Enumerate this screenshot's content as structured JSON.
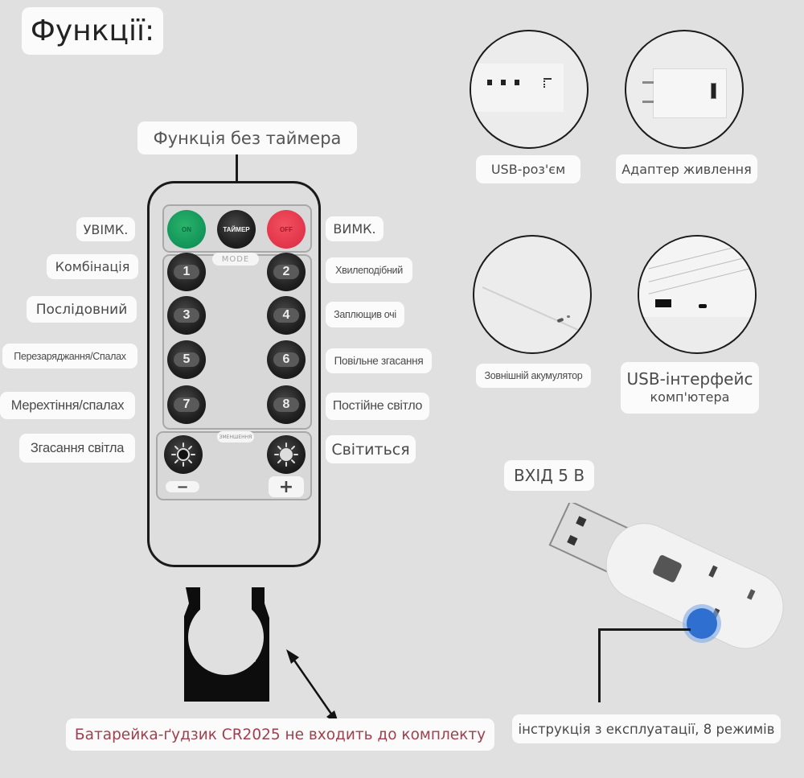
{
  "title": "Функції:",
  "remote": {
    "top_callout": "Функція без таймера",
    "buttons": {
      "on_label": "ON",
      "timer_label": "ТАЙМЕР",
      "off_label": "OFF",
      "mode_label": "MODE",
      "dimmer_label": "ЗМЕНШЕННЯ",
      "numbers": [
        "1",
        "2",
        "3",
        "4",
        "5",
        "6",
        "7",
        "8"
      ],
      "minus": "−",
      "plus": "+"
    },
    "left_labels": [
      "УВІМК.",
      "Комбінація",
      "Послідовний",
      "Перезаряджання/Спалах",
      "Мерехтіння/спалах",
      "Згасання світла"
    ],
    "right_labels": [
      "ВИМК.",
      "Хвилеподібний",
      "Заплющив очі",
      "Повільне згасання",
      "Постійне світло",
      "Світиться"
    ]
  },
  "power_sources": [
    {
      "label": "USB-роз'єм",
      "icon": "usb-power-strip"
    },
    {
      "label": "Адаптер живлення",
      "icon": "power-adapter"
    },
    {
      "label": "Зовнішній акумулятор",
      "icon": "power-bank"
    },
    {
      "label_line1": "USB-інтерфейс",
      "label_line2": "комп'ютера",
      "icon": "laptop-usb-port"
    }
  ],
  "usb_controller": {
    "input_label": "ВХІД 5 В",
    "instruction_label": "інструкція з експлуатації, 8 режимів",
    "button_color": "#2f6fd0"
  },
  "battery_note": {
    "text": "Батарейка-ґудзик CR2025 не входить до комплекту",
    "color": "#a0404e"
  },
  "colors": {
    "background": "#e0e0e0",
    "on_button": "#12945a",
    "off_button": "#e2344a"
  }
}
